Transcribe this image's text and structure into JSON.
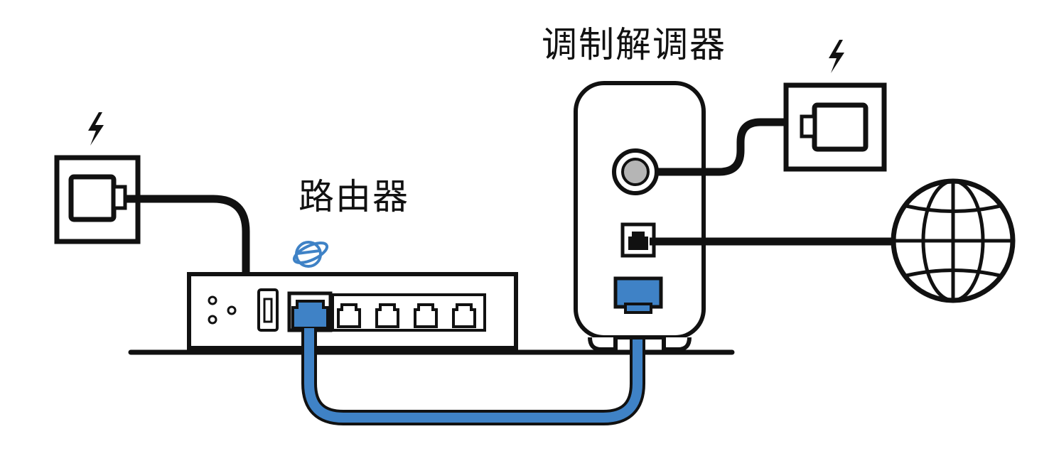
{
  "labels": {
    "modem": "调制解调器",
    "router": "路由器"
  },
  "colors": {
    "stroke": "#111111",
    "ethernet_blue": "#3f82c6",
    "coax_gray": "#b5b5b5",
    "background": "#ffffff"
  },
  "icons": {
    "power_outlet": "lightning-bolt",
    "internet": "globe",
    "router_logo": "ie-style-e"
  }
}
